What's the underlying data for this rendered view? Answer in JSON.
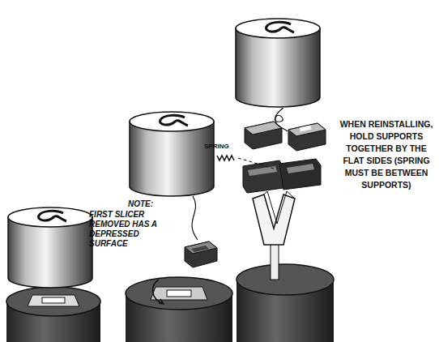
{
  "diagram": {
    "labels": [
      "NOTE:",
      "FIRST SLICER REMOVED HAS A DEPRESSED SURFACE",
      "SPRING",
      "WHEN REINSTALLING, HOLD SUPPORTS TOGETHER BY THE FLAT SIDES (SPRING MUST BE BETWEEN SUPPORTS)"
    ]
  }
}
